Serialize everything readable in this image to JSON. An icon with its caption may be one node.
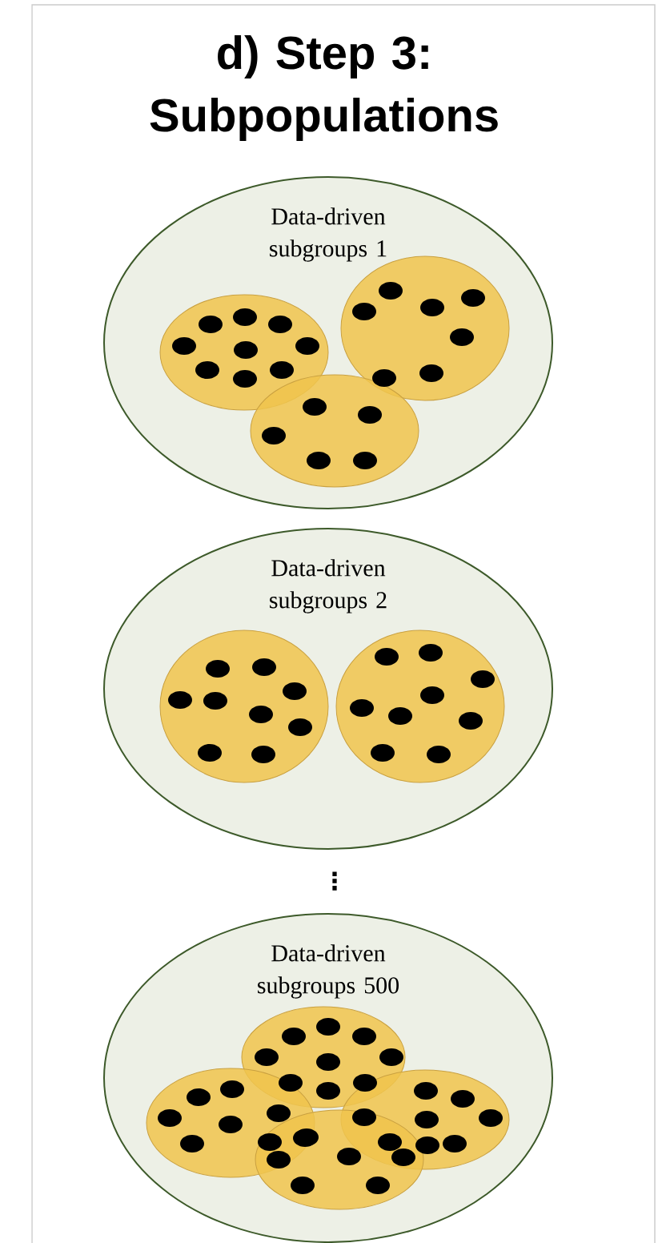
{
  "diagram": {
    "title": "d) Step 3: Subpopulations",
    "nodes": [
      {
        "text": [
          "Data-driven subgroups 1"
        ]
      },
      {
        "text": [],
        "shape": "circle",
        "in": 0
      },
      {
        "text": [],
        "shape": "circle",
        "in": 0
      },
      {
        "text": [],
        "shape": "circle",
        "in": 0
      },
      {
        "text": [
          "Data-driven subgroups 2"
        ]
      },
      {
        "text": [],
        "shape": "circle",
        "in": 4
      },
      {
        "text": [],
        "shape": "circle",
        "in": 4
      },
      {
        "text": [
          "Data-driven subgroups 500"
        ]
      },
      {
        "text": [],
        "shape": "circle",
        "in": 7
      },
      {
        "text": [],
        "shape": "circle",
        "in": 7
      },
      {
        "text": [],
        "shape": "circle",
        "in": 7
      },
      {
        "text": [],
        "shape": "circle",
        "in": 7
      }
    ],
    "labels": [
      "⋮"
    ]
  }
}
